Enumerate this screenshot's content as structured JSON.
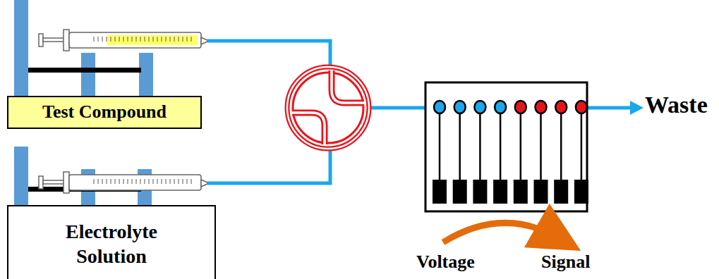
{
  "diagram": {
    "nodes": [
      {
        "text": [
          "Test Compound"
        ]
      },
      {
        "text": [
          "Electrolyte Solution"
        ]
      }
    ],
    "labels": [
      "Waste",
      "Voltage",
      "Signal"
    ]
  }
}
